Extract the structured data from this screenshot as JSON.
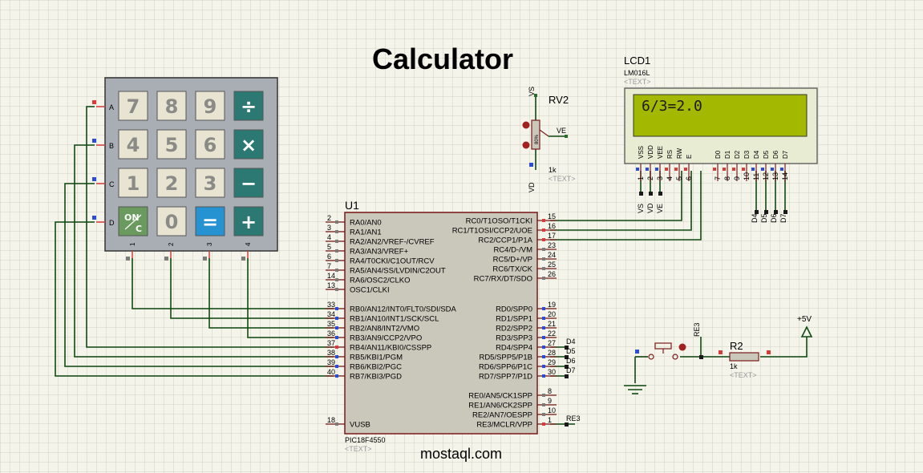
{
  "title": "Calculator",
  "keypad": {
    "rows": [
      "A",
      "B",
      "C",
      "D"
    ],
    "cols": [
      "1",
      "2",
      "3",
      "4"
    ],
    "keys": [
      [
        "7",
        "8",
        "9",
        "÷"
      ],
      [
        "4",
        "5",
        "6",
        "×"
      ],
      [
        "1",
        "2",
        "3",
        "−"
      ],
      [
        "ON/C",
        "0",
        "=",
        "+"
      ]
    ],
    "on_top": "ON",
    "on_bottom": "C"
  },
  "mcu": {
    "ref": "U1",
    "part": "PIC18F4550",
    "text": "<TEXT>",
    "left_pins": [
      {
        "num": "2",
        "name": "RA0/AN0"
      },
      {
        "num": "3",
        "name": "RA1/AN1"
      },
      {
        "num": "4",
        "name": "RA2/AN2/VREF-/CVREF"
      },
      {
        "num": "5",
        "name": "RA3/AN3/VREF+"
      },
      {
        "num": "6",
        "name": "RA4/T0CKI/C1OUT/RCV"
      },
      {
        "num": "7",
        "name": "RA5/AN4/SS/LVDIN/C2OUT"
      },
      {
        "num": "14",
        "name": "RA6/OSC2/CLKO"
      },
      {
        "num": "13",
        "name": "OSC1/CLKI"
      },
      {
        "num": "33",
        "name": "RB0/AN12/INT0/FLT0/SDI/SDA"
      },
      {
        "num": "34",
        "name": "RB1/AN10/INT1/SCK/SCL"
      },
      {
        "num": "35",
        "name": "RB2/AN8/INT2/VMO"
      },
      {
        "num": "36",
        "name": "RB3/AN9/CCP2/VPO"
      },
      {
        "num": "37",
        "name": "RB4/AN11/KBI0/CSSPP"
      },
      {
        "num": "38",
        "name": "RB5/KBI1/PGM"
      },
      {
        "num": "39",
        "name": "RB6/KBI2/PGC"
      },
      {
        "num": "40",
        "name": "RB7/KBI3/PGD"
      },
      {
        "num": "18",
        "name": "VUSB"
      }
    ],
    "right_pins": [
      {
        "num": "15",
        "name": "RC0/T1OSO/T1CKI"
      },
      {
        "num": "16",
        "name": "RC1/T1OSI/CCP2/UOE"
      },
      {
        "num": "17",
        "name": "RC2/CCP1/P1A"
      },
      {
        "num": "23",
        "name": "RC4/D-/VM"
      },
      {
        "num": "24",
        "name": "RC5/D+/VP"
      },
      {
        "num": "25",
        "name": "RC6/TX/CK"
      },
      {
        "num": "26",
        "name": "RC7/RX/DT/SDO"
      },
      {
        "num": "19",
        "name": "RD0/SPP0"
      },
      {
        "num": "20",
        "name": "RD1/SPP1"
      },
      {
        "num": "21",
        "name": "RD2/SPP2"
      },
      {
        "num": "22",
        "name": "RD3/SPP3"
      },
      {
        "num": "27",
        "name": "RD4/SPP4"
      },
      {
        "num": "28",
        "name": "RD5/SPP5/P1B"
      },
      {
        "num": "29",
        "name": "RD6/SPP6/P1C"
      },
      {
        "num": "30",
        "name": "RD7/SPP7/P1D"
      },
      {
        "num": "8",
        "name": "RE0/AN5/CK1SPP"
      },
      {
        "num": "9",
        "name": "RE1/AN6/CK2SPP"
      },
      {
        "num": "10",
        "name": "RE2/AN7/OESPP"
      },
      {
        "num": "1",
        "name": "RE3/MCLR/VPP"
      }
    ],
    "net_labels": [
      "D4",
      "D5",
      "D6",
      "D7",
      "RE3"
    ]
  },
  "lcd": {
    "ref": "LCD1",
    "part": "LM016L",
    "text": "<TEXT>",
    "display": "6/3=2.0",
    "pins": [
      {
        "num": "1",
        "name": "VSS"
      },
      {
        "num": "2",
        "name": "VDD"
      },
      {
        "num": "3",
        "name": "VEE"
      },
      {
        "num": "4",
        "name": "RS"
      },
      {
        "num": "5",
        "name": "RW"
      },
      {
        "num": "6",
        "name": "E"
      },
      {
        "num": "7",
        "name": "D0"
      },
      {
        "num": "8",
        "name": "D1"
      },
      {
        "num": "9",
        "name": "D2"
      },
      {
        "num": "10",
        "name": "D3"
      },
      {
        "num": "11",
        "name": "D4"
      },
      {
        "num": "12",
        "name": "D5"
      },
      {
        "num": "13",
        "name": "D6"
      },
      {
        "num": "14",
        "name": "D7"
      }
    ],
    "bottom_labels": [
      "VS",
      "VD",
      "VE"
    ],
    "data_labels": [
      "D4",
      "D5",
      "D6",
      "D7"
    ],
    "colors": {
      "screen": "#a3b800",
      "bezel": "#e7ecd3"
    }
  },
  "pot": {
    "ref": "RV2",
    "value": "1k",
    "percent": "80%",
    "text": "<TEXT>",
    "labels": [
      "VS",
      "VD",
      "VE"
    ]
  },
  "reset": {
    "ref": "R2",
    "value": "1k",
    "text": "<TEXT>",
    "net": "RE3",
    "supply": "+5V"
  },
  "watermark": "mostaql.com",
  "colors": {
    "wire": "#0e4a12",
    "body": "#cac7bb",
    "outline": "#7a1a1a",
    "title": "#7a0f0f",
    "pin_red": "#d93b3b",
    "pin_blue": "#2b4bd9",
    "pin_gray": "#7b7b7b",
    "key_face": "#e8e4d2",
    "key_dark": "#2c7974",
    "key_on": "#6a9a5e",
    "key_eq": "#2593d2"
  }
}
